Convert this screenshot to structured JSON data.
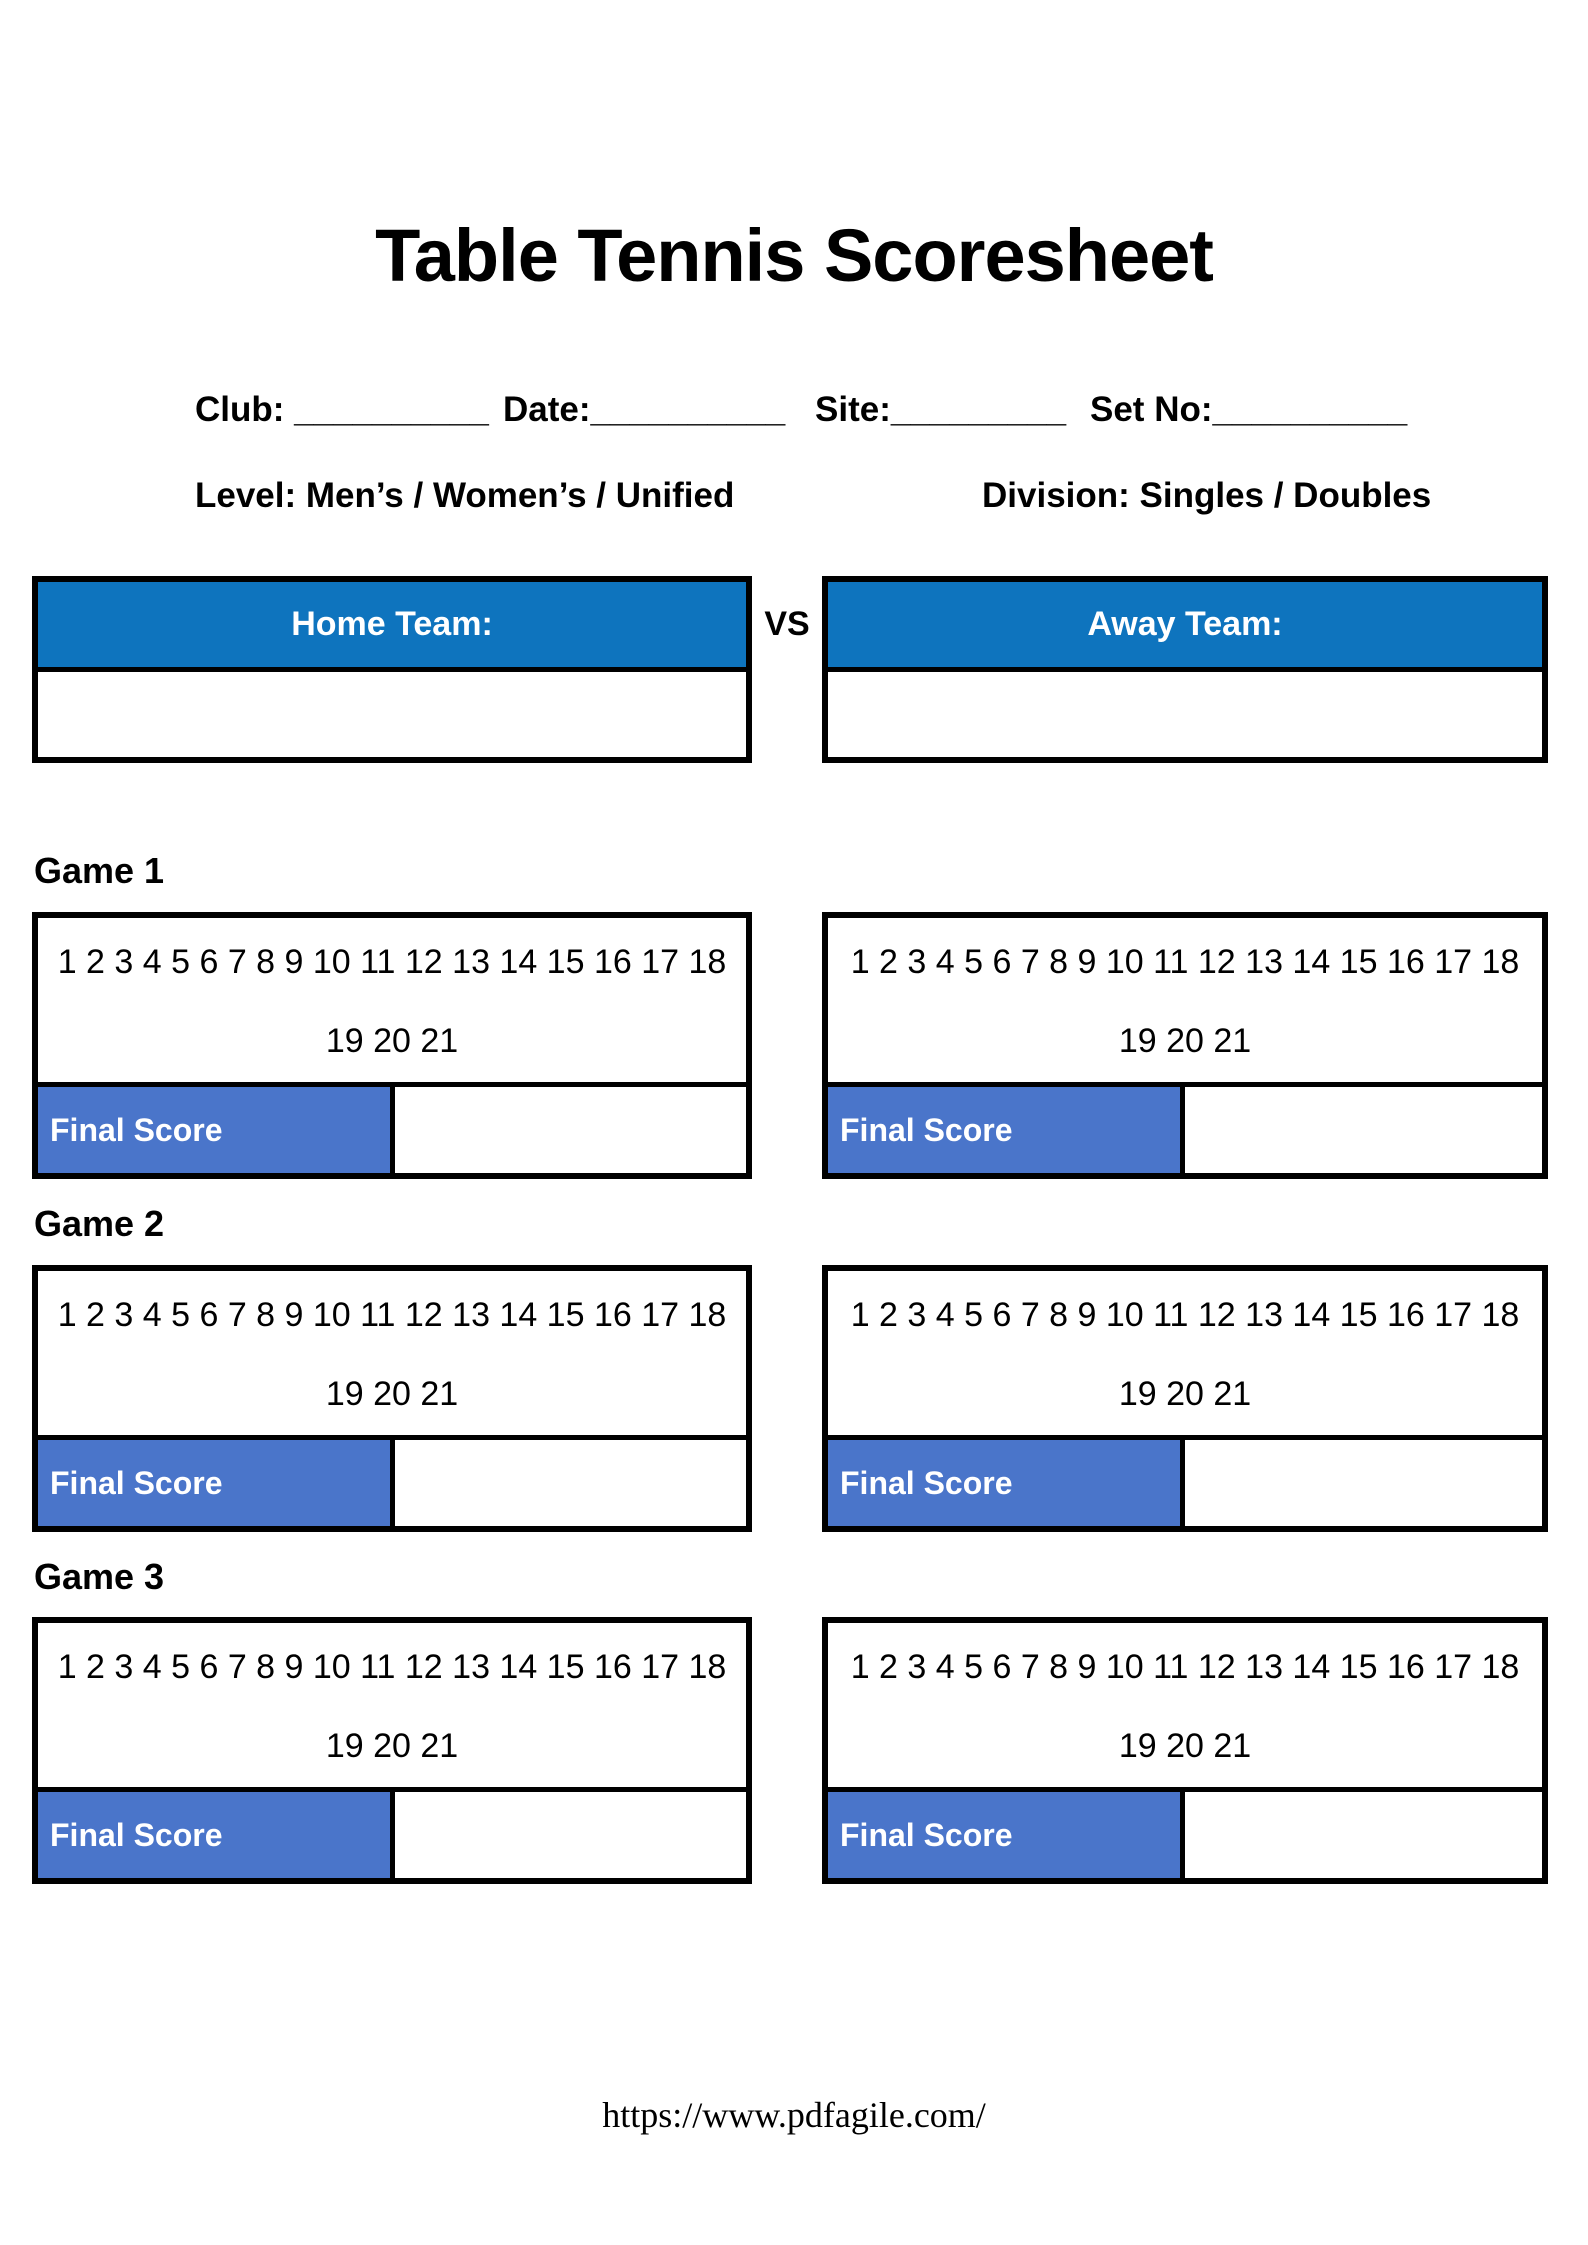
{
  "title": "Table Tennis Scoresheet",
  "colors": {
    "header_blue": "#0e74be",
    "score_blue": "#4a75ca"
  },
  "meta": {
    "club": "Club: __________",
    "date": "Date:__________",
    "site": "Site:_________",
    "set_no": "Set No:__________",
    "level": "Level: Men’s / Women’s / Unified",
    "division": "Division: Singles / Doubles"
  },
  "teams": {
    "home_label": "Home Team:",
    "vs_label": "VS",
    "away_label": "Away Team:"
  },
  "games": [
    {
      "label": "Game 1",
      "points_row1": "1 2 3 4 5 6 7 8 9 10 11 12 13 14 15 16 17 18",
      "points_row2": "19 20 21",
      "final_score_label": "Final Score"
    },
    {
      "label": "Game 2",
      "points_row1": "1 2 3 4 5 6 7 8 9 10 11 12 13 14 15 16 17 18",
      "points_row2": "19 20 21",
      "final_score_label": "Final Score"
    },
    {
      "label": "Game 3",
      "points_row1": "1 2 3 4 5 6 7 8 9 10 11 12 13 14 15 16 17 18",
      "points_row2": "19 20 21",
      "final_score_label": "Final Score"
    }
  ],
  "footer": {
    "url": "https://www.pdfagile.com/"
  }
}
